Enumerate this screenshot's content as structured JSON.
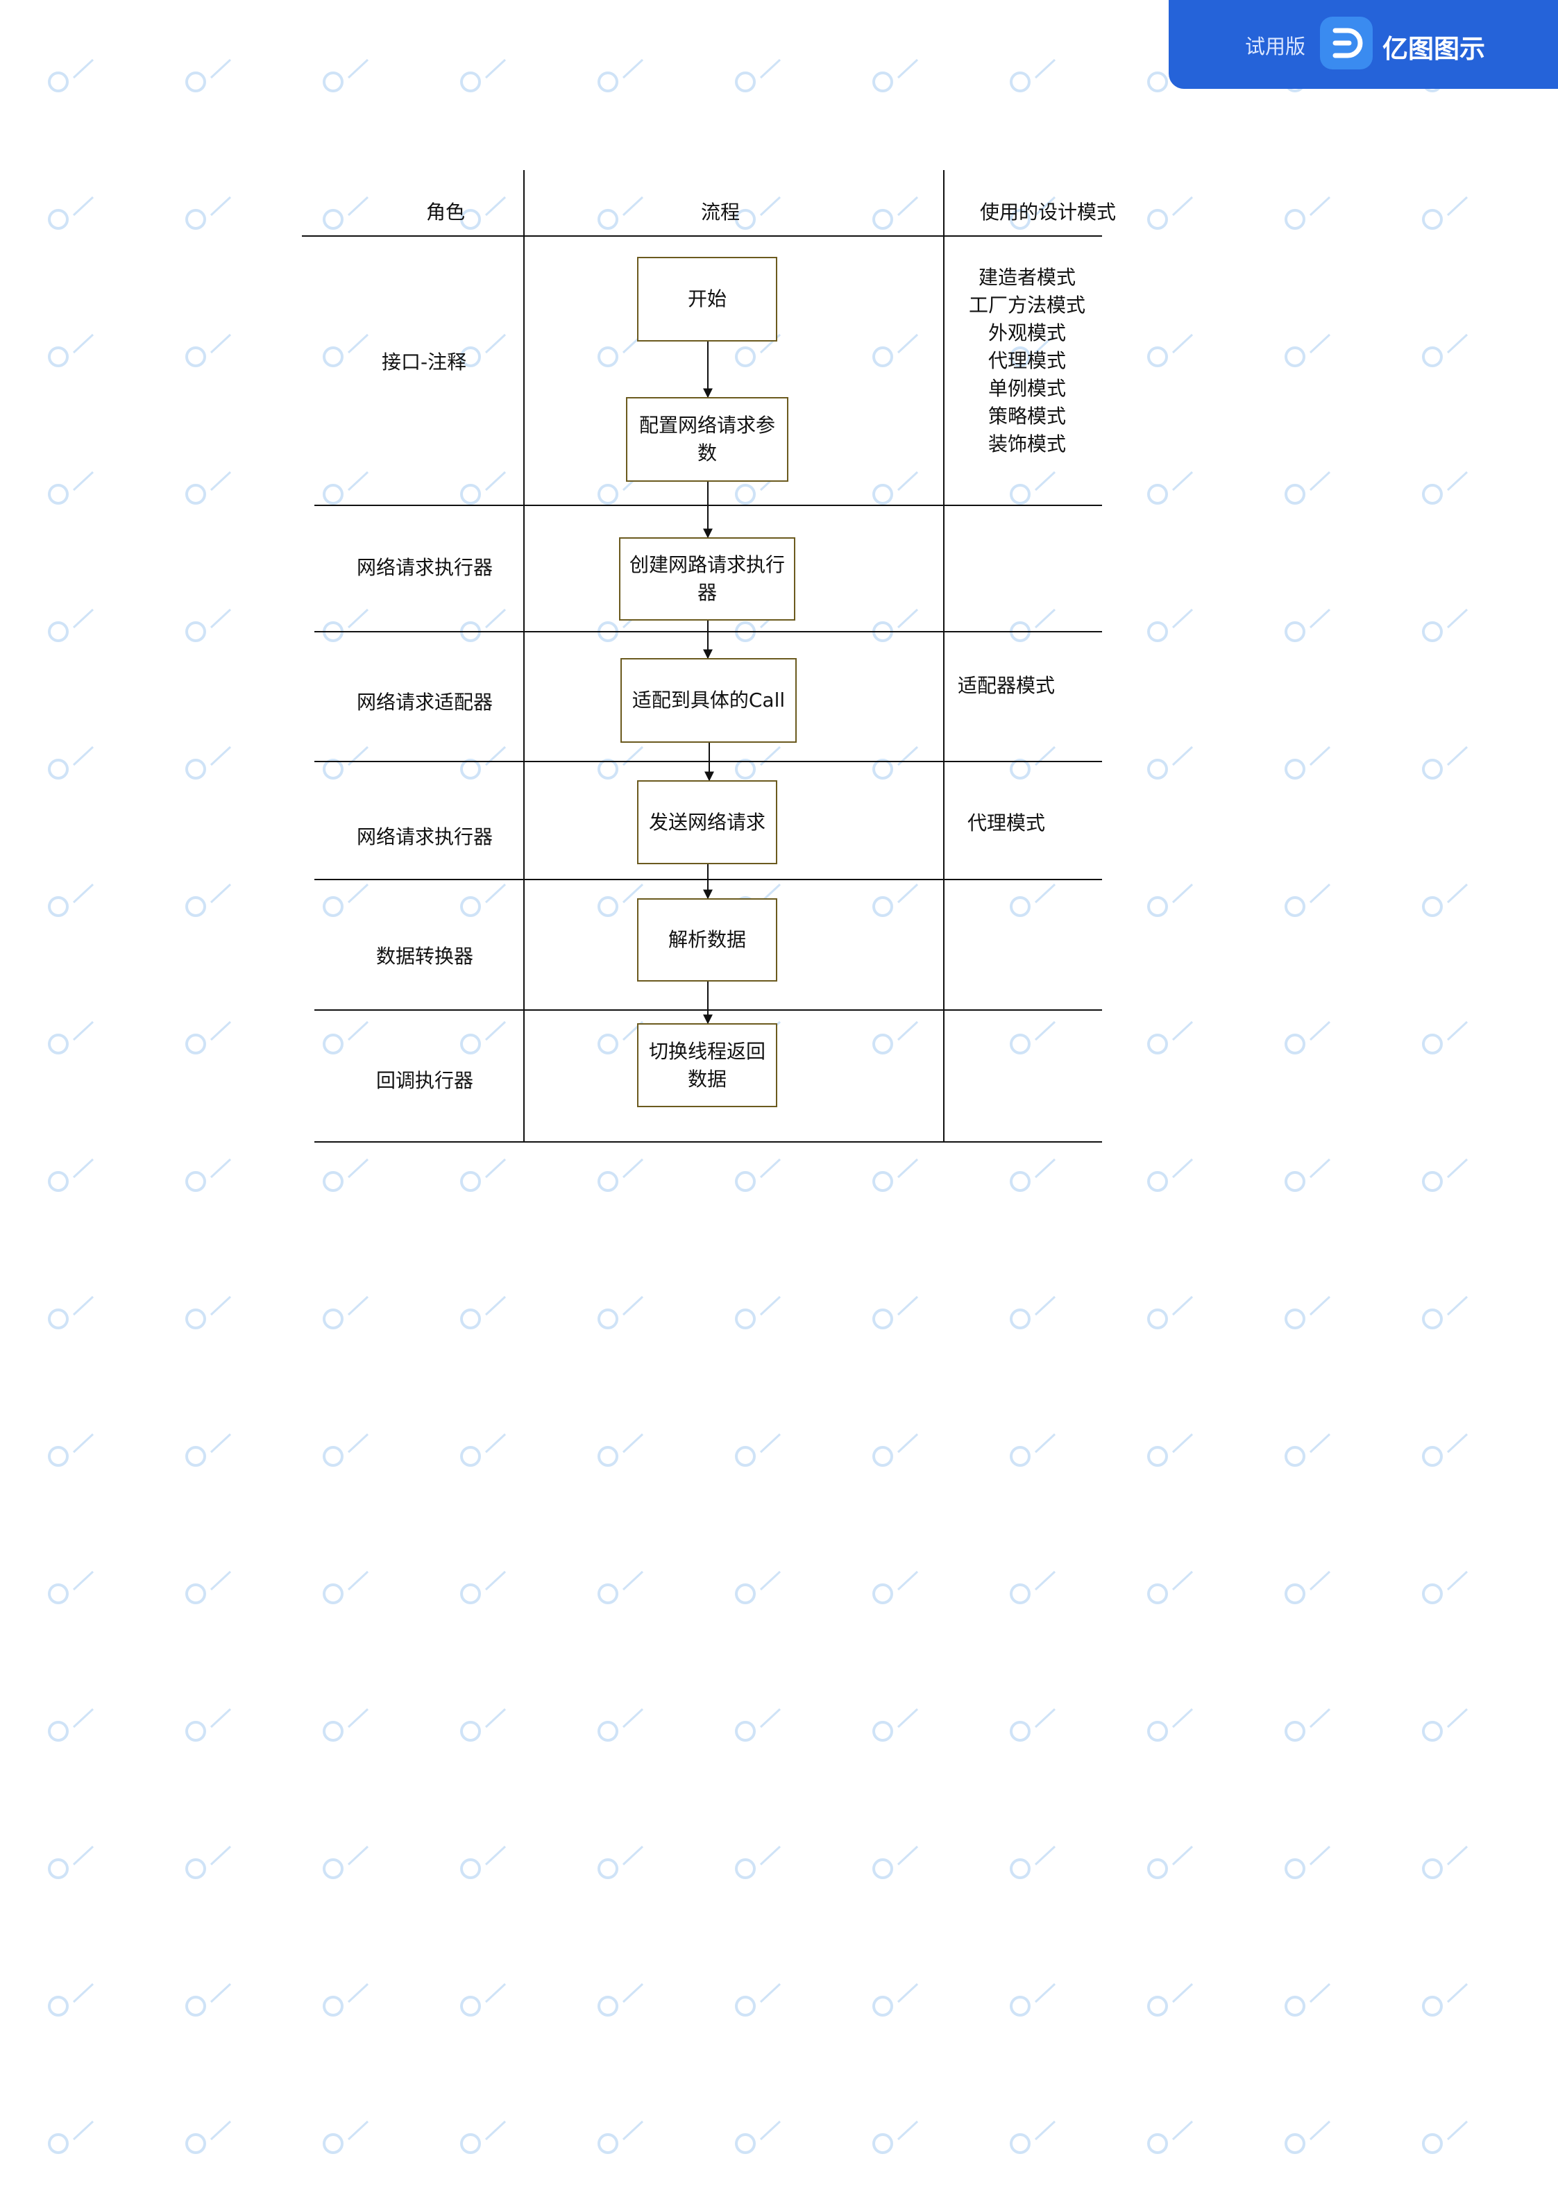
{
  "badge": {
    "trial_label": "试用版",
    "app_name": "亿图图示",
    "brand_color": "#2563d9"
  },
  "table": {
    "headers": {
      "role": "角色",
      "flow": "流程",
      "patterns": "使用的设计模式"
    },
    "rows": [
      {
        "role": "接口-注释",
        "steps": [
          "开始",
          "配置网络请求参数"
        ],
        "patterns": [
          "建造者模式",
          "工厂方法模式",
          "外观模式",
          "代理模式",
          "单例模式",
          "策略模式",
          "装饰模式"
        ]
      },
      {
        "role": "网络请求执行器",
        "steps": [
          "创建网路请求执行器"
        ],
        "patterns": []
      },
      {
        "role": "网络请求适配器",
        "steps": [
          "适配到具体的Call"
        ],
        "patterns": [
          "适配器模式"
        ]
      },
      {
        "role": "网络请求执行器",
        "steps": [
          "发送网络请求"
        ],
        "patterns": [
          "代理模式"
        ]
      },
      {
        "role": "数据转换器",
        "steps": [
          "解析数据"
        ],
        "patterns": []
      },
      {
        "role": "回调执行器",
        "steps": [
          "切换线程返回数据"
        ],
        "patterns": []
      }
    ]
  },
  "colors": {
    "box_border": "#6b5a1e",
    "line": "#111111",
    "watermark": "#cfe3f7"
  }
}
